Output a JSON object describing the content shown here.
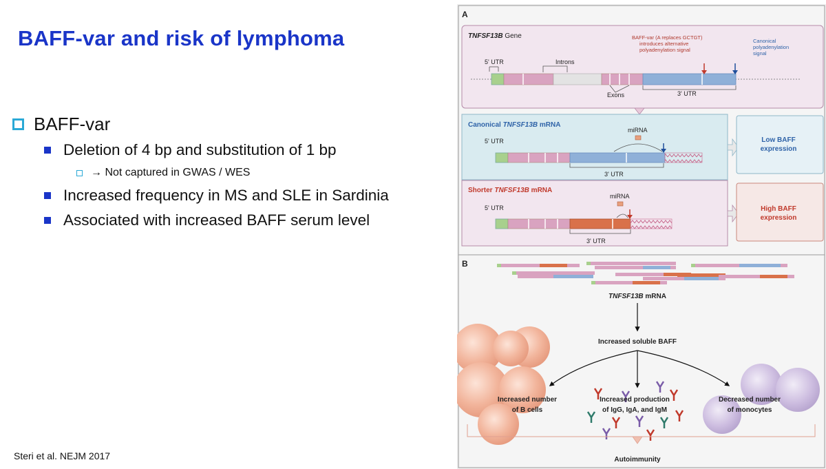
{
  "slide": {
    "title": "BAFF-var and risk of lymphoma",
    "bullet_main": "BAFF-var",
    "sub_bullets": [
      "Deletion of 4 bp and substitution of 1 bp",
      "Increased frequency in MS and SLE in Sardinia",
      "Associated with increased BAFF serum level"
    ],
    "sub_sub_bullet": "→ Not captured in GWAS / WES",
    "citation": "Steri et al. NEJM 2017"
  },
  "figure": {
    "panel_a": {
      "letter": "A",
      "gene_title_italic": "TNFSF13B",
      "gene_title_rest": " Gene",
      "utr5": "5' UTR",
      "introns": "Introns",
      "exons": "Exons",
      "utr3": "3' UTR",
      "baffvar_line1": "BAFF-var (A replaces GCTGT)",
      "baffvar_line2": "introduces alternative",
      "baffvar_line3": "polyadenylation signal",
      "canonical_sig_line1": "Canonical",
      "canonical_sig_line2": "polyadenylation",
      "canonical_sig_line3": "signal",
      "canonical_mrna_pre": "Canonical ",
      "canonical_mrna_italic": "TNFSF13B",
      "canonical_mrna_post": " mRNA",
      "mirna": "miRNA",
      "low_line1": "Low BAFF",
      "low_line2": "expression",
      "shorter_mrna_pre": "Shorter ",
      "shorter_mrna_italic": "TNFSF13B",
      "shorter_mrna_post": " mRNA",
      "high_line1": "High BAFF",
      "high_line2": "expression"
    },
    "panel_b": {
      "letter": "B",
      "mrna_italic": "TNFSF13B",
      "mrna_rest": " mRNA",
      "soluble": "Increased soluble BAFF",
      "bcells_line1": "Increased number",
      "bcells_line2": "of B cells",
      "ig_line1": "Increased production",
      "ig_line2": "of IgG, IgA, and IgM",
      "mono_line1": "Decreased number",
      "mono_line2": "of monocytes",
      "autoimmunity": "Autoimmunity"
    }
  },
  "colors": {
    "title_blue": "#1a35c8",
    "bullet_cyan": "#2aa9d6",
    "panel_a_bg": "#f2e6ef",
    "panel_mrna_bg": "#d9ebf0",
    "exon_pink": "#d9a3c0",
    "utr_blue": "#8fb0d8",
    "utr_orange": "#d9714a",
    "red_arrow": "#c0392b",
    "blue_arrow": "#1f4e9b"
  }
}
